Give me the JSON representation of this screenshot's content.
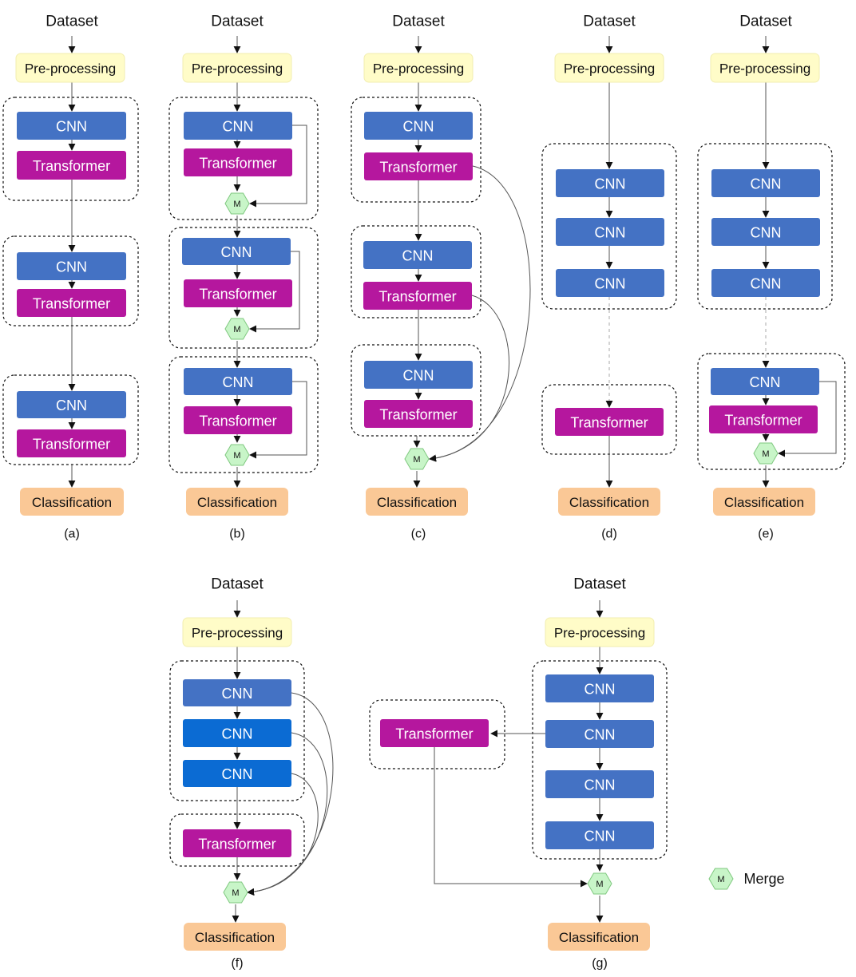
{
  "labels": {
    "dataset": "Dataset",
    "preprocessing": "Pre-processing",
    "cnn": "CNN",
    "transformer": "Transformer",
    "classification": "Classification",
    "merge_symbol": "M"
  },
  "legend": {
    "text": "Merge"
  },
  "panels": [
    {
      "id": "a",
      "caption": "(a)"
    },
    {
      "id": "b",
      "caption": "(b)"
    },
    {
      "id": "c",
      "caption": "(c)"
    },
    {
      "id": "d",
      "caption": "(d)"
    },
    {
      "id": "e",
      "caption": "(e)"
    },
    {
      "id": "f",
      "caption": "(f)"
    },
    {
      "id": "g",
      "caption": "(g)"
    }
  ],
  "colors": {
    "cnn": "#4472c4",
    "cnn_alt": "#0b6bd3",
    "transformer": "#b5179e",
    "preprocessing_fill": "#fffcc8",
    "preprocessing_stroke": "#f2eeb0",
    "classification": "#fac896",
    "merge_fill": "#c8f5c8",
    "merge_stroke": "#7fc87f"
  }
}
